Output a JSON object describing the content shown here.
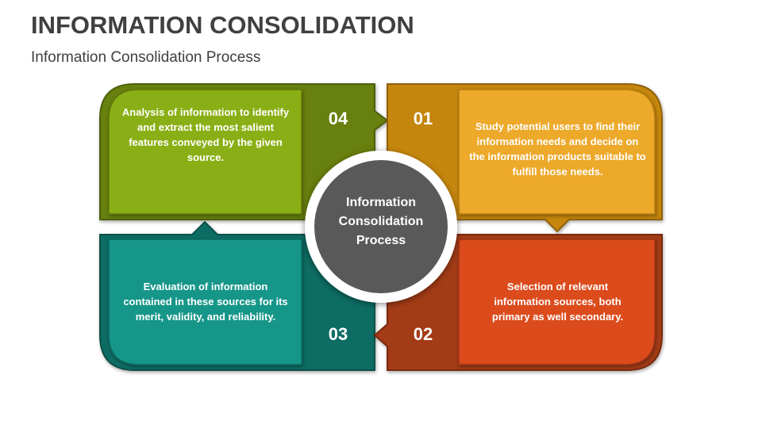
{
  "header": {
    "title": "INFORMATION CONSOLIDATION",
    "subtitle": "Information Consolidation Process"
  },
  "center": {
    "label": "Information Consolidation Process",
    "lines": [
      "Information",
      "Consolidation",
      "Process"
    ],
    "color": "#595959"
  },
  "steps": [
    {
      "number": "01",
      "text": "Study potential users to find their information needs and decide on the information products suitable to fulfill those needs.",
      "color_dark": "#C5860F",
      "color_light": "#EDA92C",
      "position": "top-right"
    },
    {
      "number": "02",
      "text": "Selection of relevant information sources, both primary as well secondary.",
      "color_dark": "#A33A15",
      "color_light": "#DC4C1D",
      "position": "bottom-right"
    },
    {
      "number": "03",
      "text": "Evaluation of information contained in these sources for its merit, validity, and reliability.",
      "color_dark": "#0E6C63",
      "color_light": "#139689",
      "position": "bottom-left"
    },
    {
      "number": "04",
      "text": "Analysis of information to identify and extract the most salient features conveyed by the given source.",
      "color_dark": "#68800F",
      "color_light": "#8AAF12",
      "position": "top-left"
    }
  ]
}
